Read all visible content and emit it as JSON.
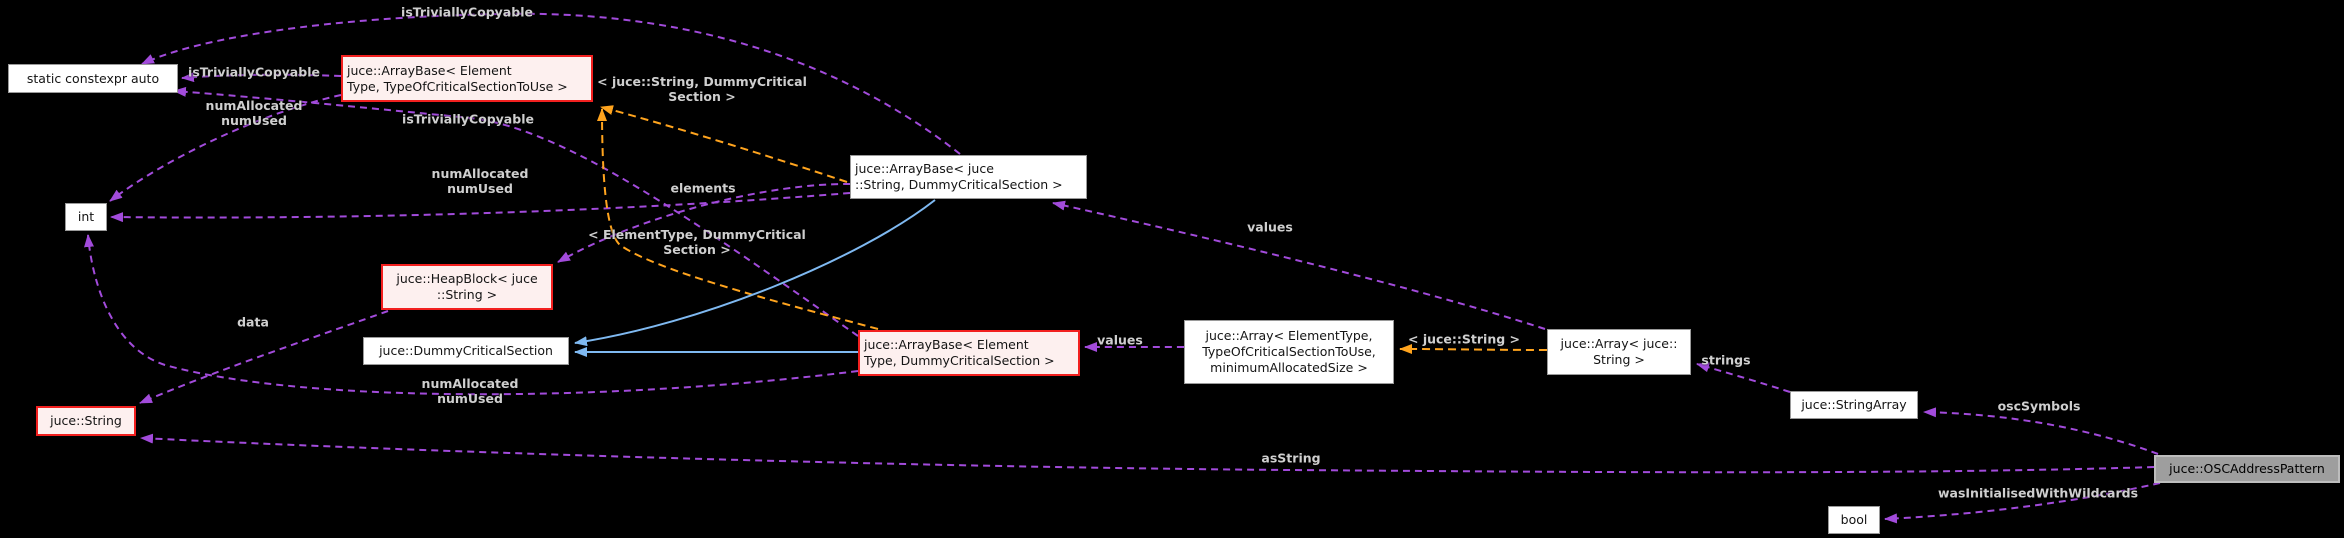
{
  "diagram": {
    "type": "doxygen-collaboration-graph",
    "current_class": "juce::OSCAddressPattern",
    "colors": {
      "background": "#000000",
      "member_edge": "#A24BDB",
      "template_edge": "#FFA41E",
      "inheritance_edge": "#7FB9F1",
      "edge_label_text": "#CFCFCF",
      "node_fill": "#FFFFFF",
      "node_border": "#9A9A9A",
      "highlight_node_fill": "#FDF0EF",
      "highlight_node_border": "#F2201F",
      "current_node_fill": "#9E9E9E",
      "current_node_border": "#BDBDBD"
    },
    "nodes": [
      {
        "id": "static-constexpr-auto",
        "label": "static constexpr auto"
      },
      {
        "id": "arraybase-generic",
        "label": "juce::ArrayBase< Element\nType, TypeOfCriticalSectionToUse >"
      },
      {
        "id": "int",
        "label": "int"
      },
      {
        "id": "heapblock-string",
        "label": "juce::HeapBlock< juce\n::String >"
      },
      {
        "id": "dummy-critical-section",
        "label": "juce::DummyCriticalSection"
      },
      {
        "id": "juce-string",
        "label": "juce::String"
      },
      {
        "id": "arraybase-string",
        "label": "juce::ArrayBase< juce\n::String, DummyCriticalSection >"
      },
      {
        "id": "arraybase-element-dcs",
        "label": "juce::ArrayBase< Element\nType, DummyCriticalSection >"
      },
      {
        "id": "array-generic",
        "label": "juce::Array< ElementType,\nTypeOfCriticalSectionToUse,\nminimumAllocatedSize >"
      },
      {
        "id": "array-string",
        "label": "juce::Array< juce::\nString >"
      },
      {
        "id": "string-array",
        "label": "juce::StringArray"
      },
      {
        "id": "osc-address-pattern",
        "label": "juce::OSCAddressPattern"
      },
      {
        "id": "bool",
        "label": "bool"
      }
    ],
    "edge_labels": [
      {
        "id": "is-trivially-copyable-1",
        "text": "isTriviallyCopyable"
      },
      {
        "id": "is-trivially-copyable-2",
        "text": "isTriviallyCopyable"
      },
      {
        "id": "num-allocated-1",
        "text": "numAllocated\nnumUsed"
      },
      {
        "id": "is-trivially-copyable-3",
        "text": "isTriviallyCopyable"
      },
      {
        "id": "tmpl-string-dcs",
        "text": "< juce::String, DummyCritical\nSection >"
      },
      {
        "id": "elements",
        "text": "elements"
      },
      {
        "id": "num-allocated-2",
        "text": "numAllocated\nnumUsed"
      },
      {
        "id": "tmpl-elementtype-dcs",
        "text": "< ElementType, DummyCritical\nSection >"
      },
      {
        "id": "data",
        "text": "data"
      },
      {
        "id": "num-allocated-3",
        "text": "numAllocated\nnumUsed"
      },
      {
        "id": "values-upper",
        "text": "values"
      },
      {
        "id": "values-lower",
        "text": "values"
      },
      {
        "id": "tmpl-string",
        "text": "< juce::String >"
      },
      {
        "id": "strings",
        "text": "strings"
      },
      {
        "id": "osc-symbols",
        "text": "oscSymbols"
      },
      {
        "id": "as-string",
        "text": "asString"
      },
      {
        "id": "was-initialised",
        "text": "wasInitialisedWithWildcards"
      }
    ]
  }
}
